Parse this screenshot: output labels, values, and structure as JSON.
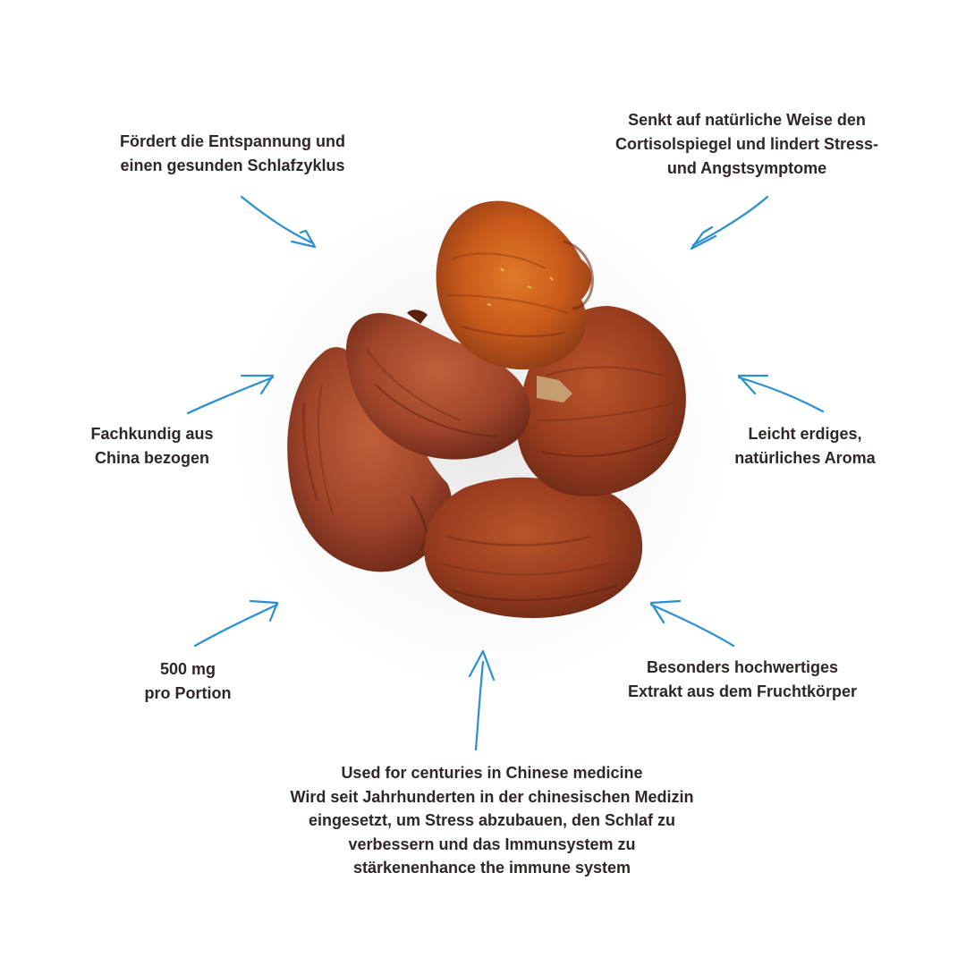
{
  "colors": {
    "text": "#2f2626",
    "arrow": "#2a8fd0",
    "mushroom_cap": "#a0421f",
    "mushroom_light": "#c2642e",
    "mushroom_top": "#c85a1a",
    "background": "#ffffff"
  },
  "labels": {
    "top_left": [
      "Fördert die Entspannung und",
      "einen gesunden Schlafzyklus"
    ],
    "top_right": [
      "Senkt auf natürliche Weise den",
      "Cortisolspiegel und lindert Stress-",
      "und Angstsymptome"
    ],
    "middle_left": [
      "Fachkundig aus",
      "China bezogen"
    ],
    "middle_right": [
      "Leicht erdiges,",
      "natürliches Aroma"
    ],
    "bottom_left": [
      "500 mg",
      "pro Portion"
    ],
    "bottom_right": [
      "Besonders hochwertiges",
      "Extrakt aus dem Fruchtkörper"
    ],
    "bottom": [
      "Used for centuries in Chinese medicine",
      "Wird seit Jahrhunderten in der chinesischen Medizin",
      "eingesetzt, um Stress abzubauen, den Schlaf zu",
      "verbessern und das Immunsystem zu",
      "stärkenenhance the immune system"
    ]
  },
  "icons": [
    "arrow-icon",
    "reishi-mushroom-image"
  ]
}
